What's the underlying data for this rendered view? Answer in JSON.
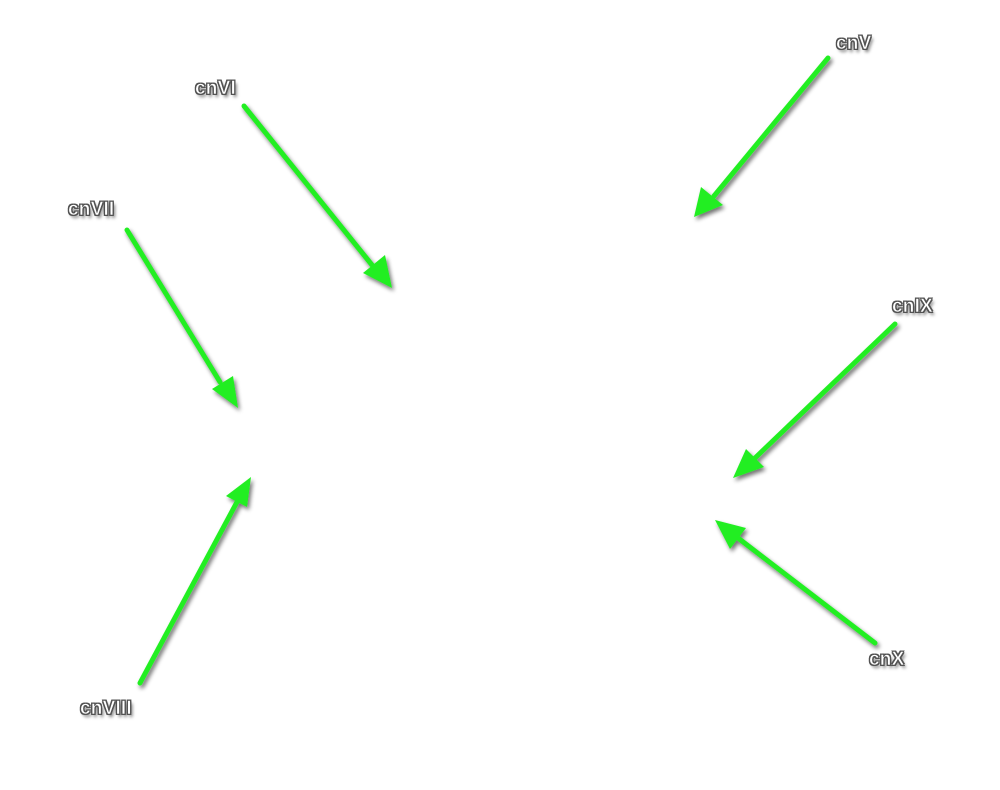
{
  "colors": {
    "arrow": "#22ee22",
    "label_fill": "#ffffff",
    "label_outline": "#4a4a4a",
    "background": "#ffffff"
  },
  "labels": {
    "cn_v": "cnV",
    "cn_vi": "cnVI",
    "cn_vii": "cnVII",
    "cn_viii": "cnVIII",
    "cn_ix": "cnIX",
    "cn_x": "cnX"
  }
}
